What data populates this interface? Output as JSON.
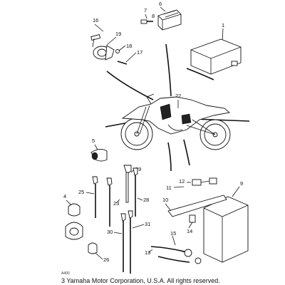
{
  "callouts": {
    "c1": "1",
    "c4": "4",
    "c5": "5",
    "c6": "6",
    "c7": "7",
    "c8": "8",
    "c9": "9",
    "c10": "10",
    "c11": "11",
    "c12": "12",
    "c13": "13",
    "c14": "14",
    "c15": "15",
    "c16": "16",
    "c17": "17",
    "c18": "18",
    "c19": "19",
    "c22": "22",
    "c23": "23",
    "c25": "25",
    "c26": "26",
    "c28": "28",
    "c29": "29",
    "c30": "30",
    "c31": "31"
  },
  "drawing_code": "A400",
  "copyright": "3 Yamaha Motor Corporation, U.S.A. All rights reserved."
}
